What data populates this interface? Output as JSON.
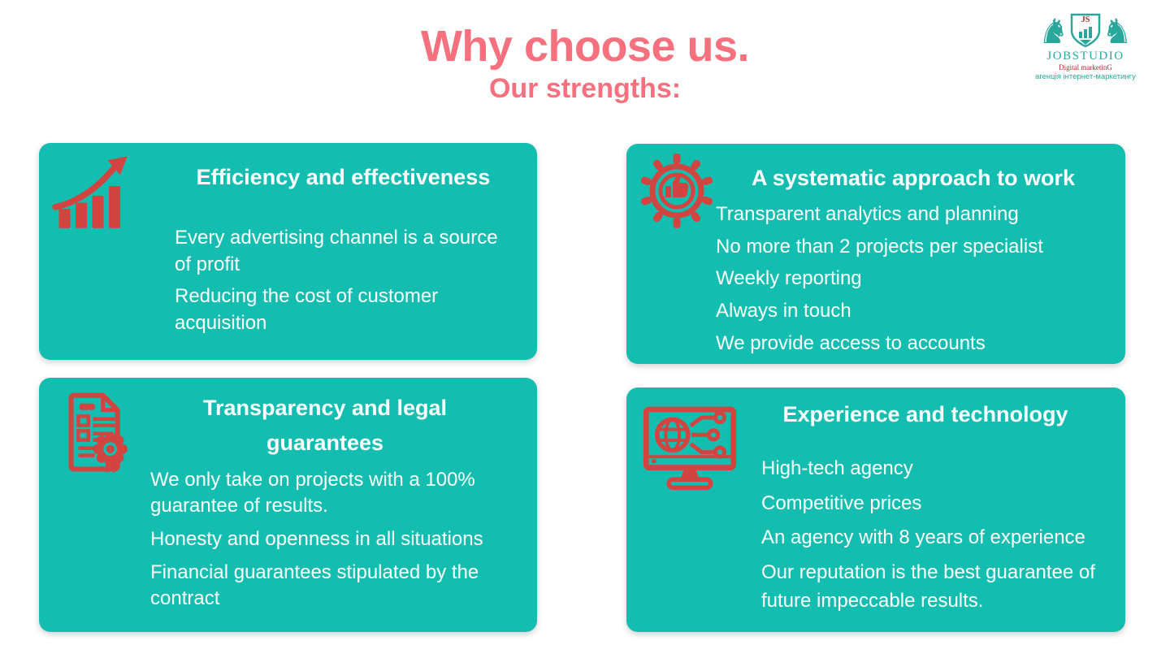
{
  "header": {
    "title": "Why choose us.",
    "subtitle": "Our strengths:"
  },
  "logo": {
    "name": "JOBSTUDIO",
    "monogram": "JS",
    "tagline": "Digital marketinG",
    "tagline_ua": "агенція інтернет-маркетингу"
  },
  "cards": [
    {
      "title": "Efficiency and effectiveness",
      "icon": "growth-bar-chart",
      "items": [
        "Every advertising channel is a source of profit",
        "Reducing the cost of customer acquisition"
      ]
    },
    {
      "title": "A systematic approach to work",
      "icon": "gear-thumbs-up",
      "items": [
        "Transparent analytics and planning",
        "No more than 2 projects per specialist",
        "Weekly reporting",
        "Always in touch",
        "We provide access to accounts"
      ]
    },
    {
      "title": "Transparency and legal guarantees",
      "icon": "certificate-document",
      "items": [
        "We only take on projects with a 100% guarantee of results.",
        "Honesty and openness in all situations",
        "Financial guarantees stipulated by the contract"
      ]
    },
    {
      "title": "Experience and technology",
      "icon": "monitor-globe-network",
      "items": [
        "High-tech agency",
        "Competitive prices",
        "An agency with 8 years of experience",
        "Our reputation is the best guarantee of future impeccable results."
      ]
    }
  ],
  "colors": {
    "page_background": "#ffffff",
    "card_background": "#13beb1",
    "heading_pink": "#f7707e",
    "icon_red": "#d2443f",
    "card_text": "#ffffff",
    "logo_teal": "#2aa79b",
    "logo_red": "#a42e2e"
  }
}
